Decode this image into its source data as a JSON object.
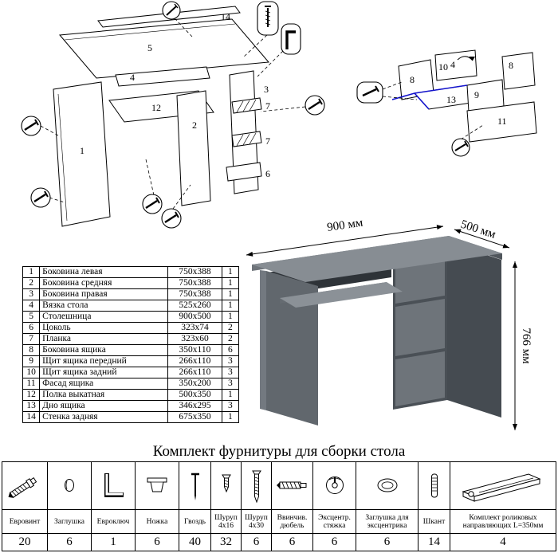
{
  "colors": {
    "background": "#ffffff",
    "line": "#000000",
    "accent_blue": "#1414cc",
    "desk_gray_top": "#878d93",
    "desk_gray_front": "#6e747a",
    "desk_gray_side": "#50565c"
  },
  "diagram_left": {
    "labels": {
      "p1": "1",
      "p2": "2",
      "p3": "3",
      "p4": "4",
      "p5": "5",
      "p6": "6",
      "p7a": "7",
      "p7b": "7",
      "p12": "12",
      "p14": "14"
    }
  },
  "diagram_right": {
    "labels": {
      "p4": "4",
      "p8a": "8",
      "p8b": "8",
      "p9": "9",
      "p10": "10",
      "p11": "11",
      "p13": "13"
    }
  },
  "desk": {
    "dim_width": "900 мм",
    "dim_depth": "500 мм",
    "dim_height": "766 мм"
  },
  "parts": {
    "rows": [
      {
        "n": "1",
        "name": "Боковина левая",
        "size": "750х388",
        "qty": "1"
      },
      {
        "n": "2",
        "name": "Боковина средняя",
        "size": "750х388",
        "qty": "1"
      },
      {
        "n": "3",
        "name": "Боковина правая",
        "size": "750х388",
        "qty": "1"
      },
      {
        "n": "4",
        "name": "Вязка стола",
        "size": "525х260",
        "qty": "1"
      },
      {
        "n": "5",
        "name": "Столешница",
        "size": "900х500",
        "qty": "1"
      },
      {
        "n": "6",
        "name": "Цоколь",
        "size": "323х74",
        "qty": "2"
      },
      {
        "n": "7",
        "name": "Планка",
        "size": "323х60",
        "qty": "2"
      },
      {
        "n": "8",
        "name": "Боковина ящика",
        "size": "350х110",
        "qty": "6"
      },
      {
        "n": "9",
        "name": "Щит ящика передний",
        "size": "266х110",
        "qty": "3"
      },
      {
        "n": "10",
        "name": "Щит ящика задний",
        "size": "266х110",
        "qty": "3"
      },
      {
        "n": "11",
        "name": "Фасад ящика",
        "size": "350х200",
        "qty": "3"
      },
      {
        "n": "12",
        "name": "Полка выкатная",
        "size": "500х350",
        "qty": "1"
      },
      {
        "n": "13",
        "name": "Дно ящика",
        "size": "346х295",
        "qty": "3"
      },
      {
        "n": "14",
        "name": "Стенка задняя",
        "size": "675х350",
        "qty": "1"
      }
    ]
  },
  "hardware": {
    "title": "Комплект фурнитуры для сборки стола",
    "items": [
      {
        "icon": "euroscrew-icon",
        "name": "Евровинт",
        "qty": "20"
      },
      {
        "icon": "cap-icon",
        "name": "Заглушка",
        "qty": "6"
      },
      {
        "icon": "hexkey-icon",
        "name": "Евроключ",
        "qty": "1"
      },
      {
        "icon": "foot-icon",
        "name": "Ножка",
        "qty": "6"
      },
      {
        "icon": "nail-icon",
        "name": "Гвоздь",
        "qty": "40"
      },
      {
        "icon": "screw-small-icon",
        "name": "Шуруп 4х16",
        "qty": "32"
      },
      {
        "icon": "screw-large-icon",
        "name": "Шуруп 4х30",
        "qty": "6"
      },
      {
        "icon": "dowel-screw-icon",
        "name": "Ввинчив. дюбель",
        "qty": "6"
      },
      {
        "icon": "cam-lock-icon",
        "name": "Эксцентр. стяжка",
        "qty": "6"
      },
      {
        "icon": "cam-cap-icon",
        "name": "Заглушка для эксцентрика",
        "qty": "6"
      },
      {
        "icon": "dowel-icon",
        "name": "Шкант",
        "qty": "14"
      },
      {
        "icon": "roller-guides-icon",
        "name": "Комплект роликовых направляющих L=350мм",
        "qty": "4"
      }
    ]
  }
}
